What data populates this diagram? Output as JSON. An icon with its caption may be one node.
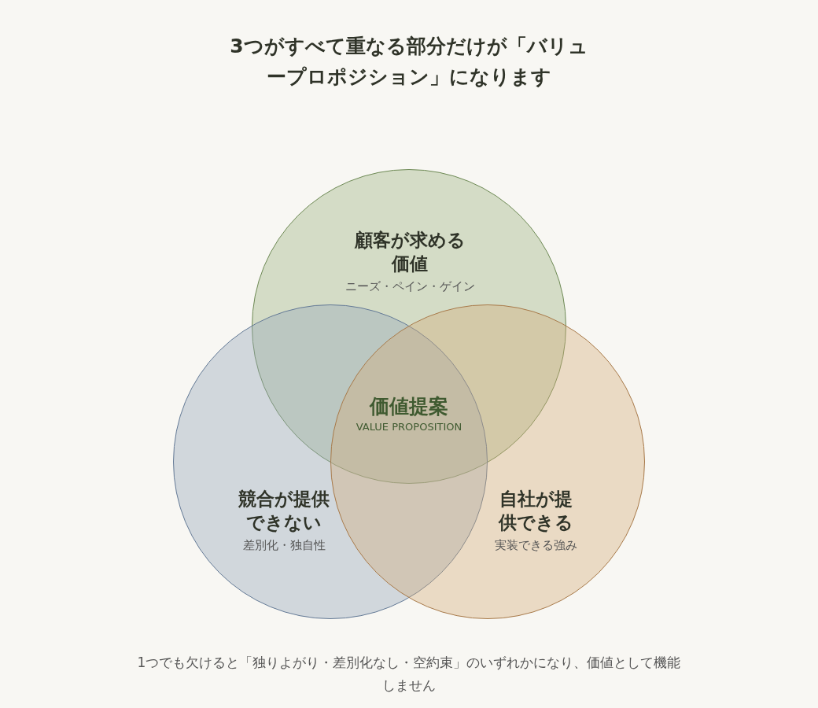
{
  "diagram": {
    "title": "3つがすべて重なる部分だけが「バリュープロポジション」になります",
    "caption": "1つでも欠けると「独りよがり・差別化なし・空約束」のいずれかになり、価値として機能しません",
    "nodes": [
      {
        "text": [
          "顧客が求める価値",
          "ニーズ・ペイン・ゲイン"
        ]
      },
      {
        "text": [
          "競合が提供できない",
          "差別化・独自性"
        ]
      },
      {
        "text": [
          "自社が提供できる",
          "実装できる強み"
        ]
      }
    ],
    "labels": [
      "価値提案",
      "VALUE PROPOSITION"
    ]
  }
}
